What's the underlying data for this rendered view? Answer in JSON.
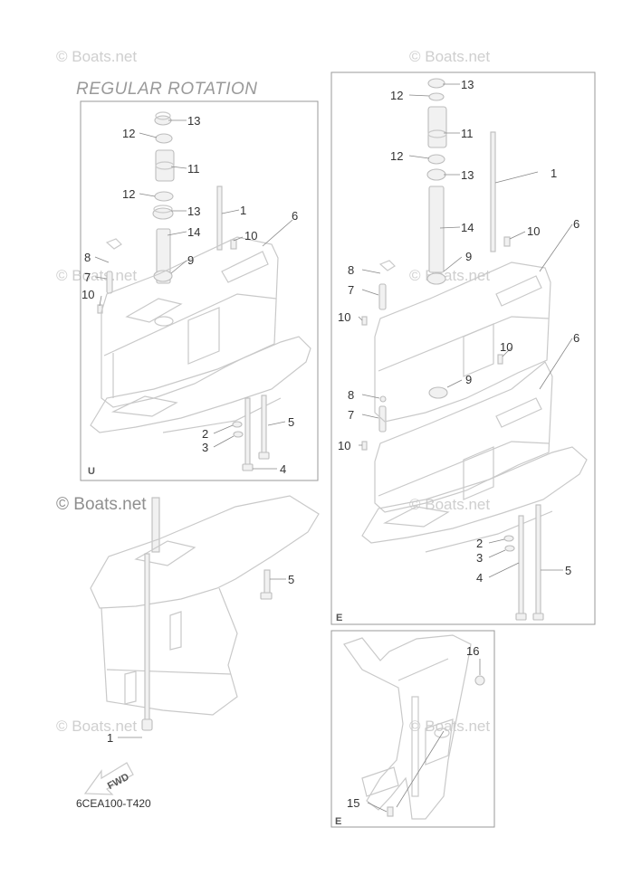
{
  "title": "REGULAR ROTATION",
  "diagram_code": "6CEA100-T420",
  "watermark": "© Boats.net",
  "fwd_label": "FWD",
  "panels": {
    "regular": "U",
    "counter": "E",
    "bracket": "E"
  },
  "callouts": {
    "regular": [
      "13",
      "12",
      "11",
      "12",
      "13",
      "1",
      "14",
      "10",
      "6",
      "8",
      "9",
      "7",
      "10",
      "2",
      "5",
      "3",
      "4"
    ],
    "counter": [
      "13",
      "12",
      "11",
      "12",
      "13",
      "1",
      "14",
      "10",
      "6",
      "8",
      "9",
      "7",
      "10",
      "10",
      "6",
      "8",
      "9",
      "7",
      "10",
      "2",
      "3",
      "5",
      "4"
    ],
    "lower": [
      "5",
      "1"
    ],
    "bracket": [
      "16",
      "15"
    ]
  }
}
